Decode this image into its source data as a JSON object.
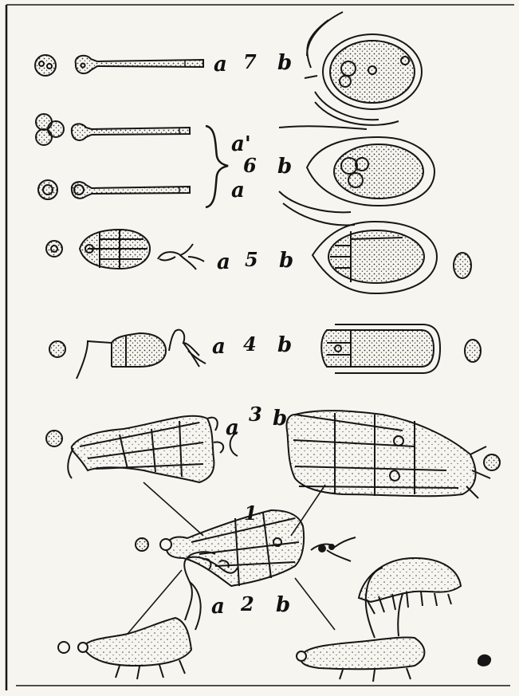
{
  "labels": {
    "r7_a": "a",
    "r7_num": "7",
    "r7_b": "b",
    "r6_a1": "a'",
    "r6_num": "6",
    "r6_b": "b",
    "r6_a": "a",
    "r5_a": "a",
    "r5_num": "5",
    "r5_b": "b",
    "r4_a": "a",
    "r4_num": "4",
    "r4_b": "b",
    "r3_a": "a",
    "r3_num": "3",
    "r3_b": "b",
    "r1_num": "1",
    "r2_a": "a",
    "r2_num": "2",
    "r2_b": "b"
  },
  "colors": {
    "ink": "#161616",
    "paper": "#f7f5ef",
    "stipple": "#333333"
  }
}
